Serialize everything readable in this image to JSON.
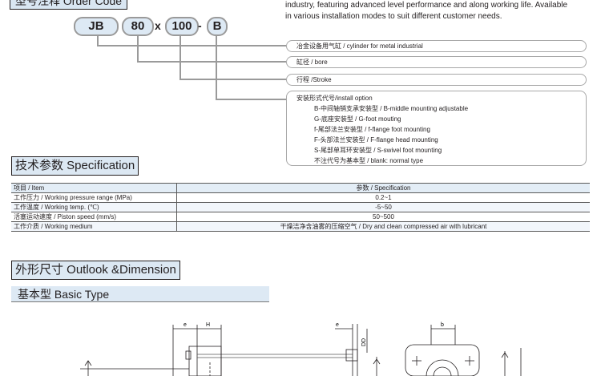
{
  "order_code": {
    "heading": "型号注释 Order Code",
    "intro_line1": "industry, featuring advanced level performance and along working life. Available",
    "intro_line2": "in various installation modes to suit different customer needs.",
    "pills": [
      "JB",
      "80",
      "100",
      "B"
    ],
    "sep_x": "x",
    "sep_dash": "-",
    "callouts": {
      "type": "冶金设备用气缸 / cylinder for metal industrial",
      "bore": "缸径 / bore",
      "stroke": "行程 /Stroke",
      "install_title": "安装形式代号/install option",
      "install_options": [
        "B-中间轴销支承安装型 / B-middle mounting adjustable",
        "G-底座安装型 / G-foot mouting",
        "f-尾部法兰安装型 / f-flange foot mounting",
        "F-头部法兰安装型 / F-flange head mounting",
        "S-尾部单耳环安装型 / S-swivel foot mounting",
        "不注代号为基本型 / blank: normal type"
      ]
    }
  },
  "specification": {
    "heading": "技术参数 Specification",
    "header": {
      "item": "项目 / Item",
      "param": "参数 / Specification"
    },
    "rows": [
      {
        "item": "工作压力 / Working pressure range (MPa)",
        "value": "0.2~1"
      },
      {
        "item": "工作温度 / Working temp. (℃)",
        "value": "-5~50"
      },
      {
        "item": "活塞运动速度 / Piston speed (mm/s)",
        "value": "50~500"
      },
      {
        "item": "工作介质 / Working medium",
        "value": "干燥洁净含油雾的压缩空气 / Dry and clean compressed air with lubricant"
      }
    ]
  },
  "dimension": {
    "heading": "外形尺寸 Outlook &Dimension",
    "subheading": "基本型 Basic Type",
    "labels": {
      "e1": "e",
      "h": "H",
      "e2": "e",
      "dd": "DD",
      "b": "b"
    }
  }
}
